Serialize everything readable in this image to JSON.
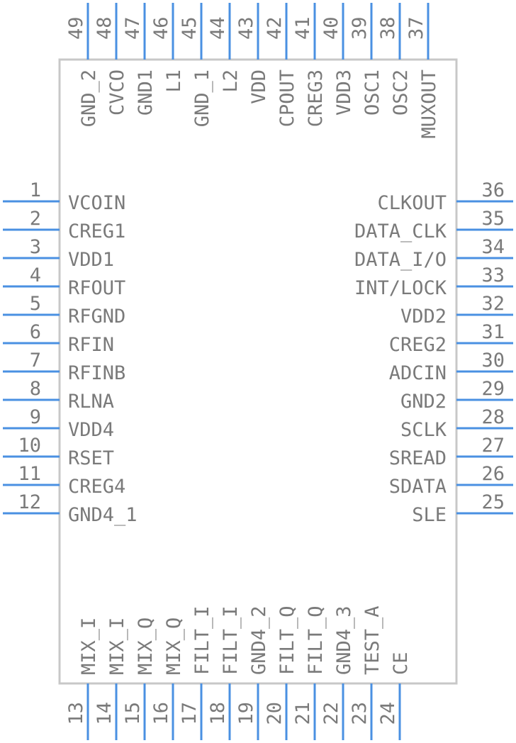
{
  "colors": {
    "pin": "#4a90e2",
    "body_outline": "#c8c8c8",
    "text": "#7a7a7a"
  },
  "left_pins": [
    {
      "num": "1",
      "name": "VCOIN"
    },
    {
      "num": "2",
      "name": "CREG1"
    },
    {
      "num": "3",
      "name": "VDD1"
    },
    {
      "num": "4",
      "name": "RFOUT"
    },
    {
      "num": "5",
      "name": "RFGND"
    },
    {
      "num": "6",
      "name": "RFIN"
    },
    {
      "num": "7",
      "name": "RFINB"
    },
    {
      "num": "8",
      "name": "RLNA"
    },
    {
      "num": "9",
      "name": "VDD4"
    },
    {
      "num": "10",
      "name": "RSET"
    },
    {
      "num": "11",
      "name": "CREG4"
    },
    {
      "num": "12",
      "name": "GND4_1"
    }
  ],
  "bottom_pins": [
    {
      "num": "13",
      "name": "MIX_I"
    },
    {
      "num": "14",
      "name": "MIX_I"
    },
    {
      "num": "15",
      "name": "MIX_Q"
    },
    {
      "num": "16",
      "name": "MIX_Q"
    },
    {
      "num": "17",
      "name": "FILT_I"
    },
    {
      "num": "18",
      "name": "FILT_I"
    },
    {
      "num": "19",
      "name": "GND4_2"
    },
    {
      "num": "20",
      "name": "FILT_Q"
    },
    {
      "num": "21",
      "name": "FILT_Q"
    },
    {
      "num": "22",
      "name": "GND4_3"
    },
    {
      "num": "23",
      "name": "TEST_A"
    },
    {
      "num": "24",
      "name": "CE"
    }
  ],
  "right_pins": [
    {
      "num": "25",
      "name": "SLE"
    },
    {
      "num": "26",
      "name": "SDATA"
    },
    {
      "num": "27",
      "name": "SREAD"
    },
    {
      "num": "28",
      "name": "SCLK"
    },
    {
      "num": "29",
      "name": "GND2"
    },
    {
      "num": "30",
      "name": "ADCIN"
    },
    {
      "num": "31",
      "name": "CREG2"
    },
    {
      "num": "32",
      "name": "VDD2"
    },
    {
      "num": "33",
      "name": "INT/LOCK"
    },
    {
      "num": "34",
      "name": "DATA_I/O"
    },
    {
      "num": "35",
      "name": "DATA_CLK"
    },
    {
      "num": "36",
      "name": "CLKOUT"
    }
  ],
  "top_pins": [
    {
      "num": "37",
      "name": "MUXOUT"
    },
    {
      "num": "38",
      "name": "OSC2"
    },
    {
      "num": "39",
      "name": "OSC1"
    },
    {
      "num": "40",
      "name": "VDD3"
    },
    {
      "num": "41",
      "name": "CREG3"
    },
    {
      "num": "42",
      "name": "CPOUT"
    },
    {
      "num": "43",
      "name": "VDD"
    },
    {
      "num": "44",
      "name": "L2"
    },
    {
      "num": "45",
      "name": "GND_1"
    },
    {
      "num": "46",
      "name": "L1"
    },
    {
      "num": "47",
      "name": "GND1"
    },
    {
      "num": "48",
      "name": "CVCO"
    },
    {
      "num": "49",
      "name": "GND_2"
    }
  ]
}
